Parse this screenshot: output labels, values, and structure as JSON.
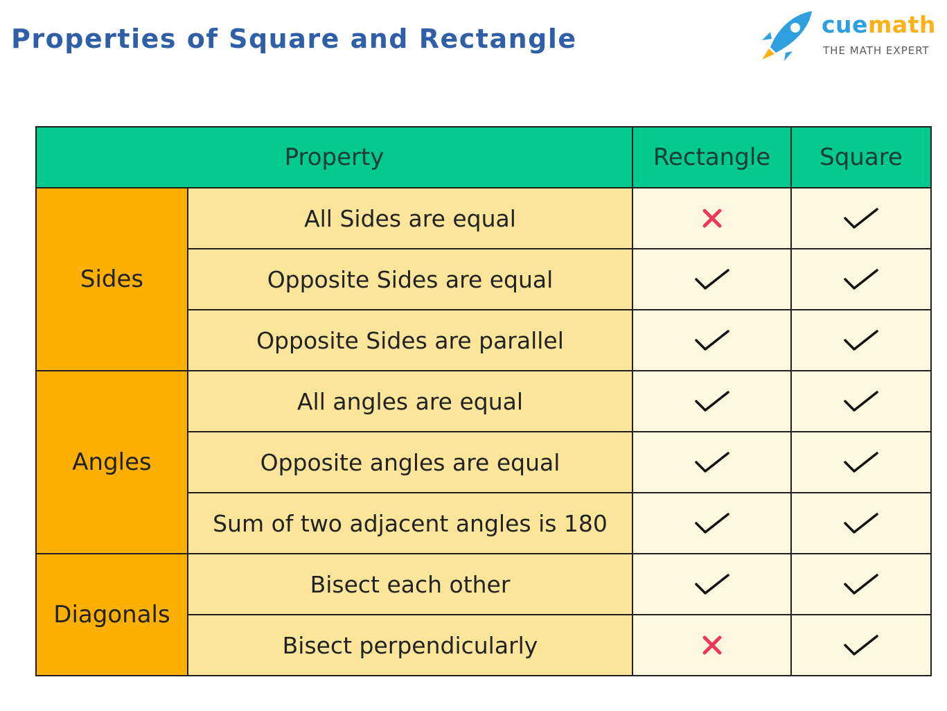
{
  "title": "Properties of Square and Rectangle",
  "logo": {
    "brand_a": "cue",
    "brand_b": "math",
    "tagline": "THE MATH EXPERT"
  },
  "colors": {
    "title": "#2f5fa7",
    "header_bg": "#02c98e",
    "group_bg": "#fdb002",
    "property_bg": "#fbe59b",
    "mark_bg": "#fdf7e0",
    "cross": "#e83a57"
  },
  "table": {
    "headers": {
      "property": "Property",
      "rectangle": "Rectangle",
      "square": "Square"
    },
    "groups": [
      {
        "name": "Sides",
        "rows": [
          {
            "property": "All Sides are equal",
            "rectangle": "cross-icon",
            "square": "check-icon"
          },
          {
            "property": "Opposite Sides are equal",
            "rectangle": "check-icon",
            "square": "check-icon"
          },
          {
            "property": "Opposite Sides are parallel",
            "rectangle": "check-icon",
            "square": "check-icon"
          }
        ]
      },
      {
        "name": "Angles",
        "rows": [
          {
            "property": "All angles are equal",
            "rectangle": "check-icon",
            "square": "check-icon"
          },
          {
            "property": "Opposite angles are equal",
            "rectangle": "check-icon",
            "square": "check-icon"
          },
          {
            "property": "Sum of two adjacent angles is 180",
            "rectangle": "check-icon",
            "square": "check-icon"
          }
        ]
      },
      {
        "name": "Diagonals",
        "rows": [
          {
            "property": "Bisect each other",
            "rectangle": "check-icon",
            "square": "check-icon"
          },
          {
            "property": "Bisect perpendicularly",
            "rectangle": "cross-icon",
            "square": "check-icon"
          }
        ]
      }
    ]
  }
}
